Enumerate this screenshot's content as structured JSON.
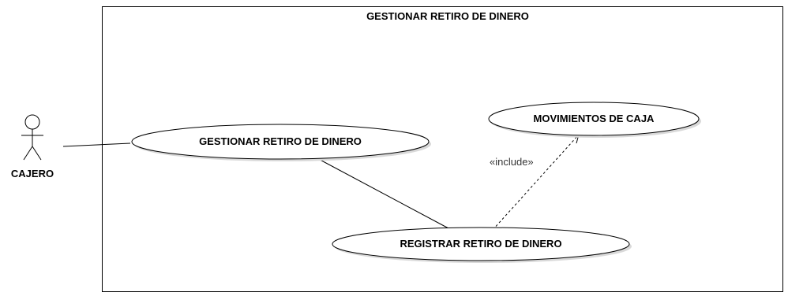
{
  "system": {
    "title": "GESTIONAR RETIRO DE DINERO"
  },
  "actor": {
    "name": "CAJERO"
  },
  "use_cases": {
    "gestionar": "GESTIONAR RETIRO DE DINERO",
    "movimientos": "MOVIMIENTOS DE CAJA",
    "registrar": "REGISTRAR RETIRO DE DINERO"
  },
  "relations": {
    "include_label": "«include»"
  }
}
